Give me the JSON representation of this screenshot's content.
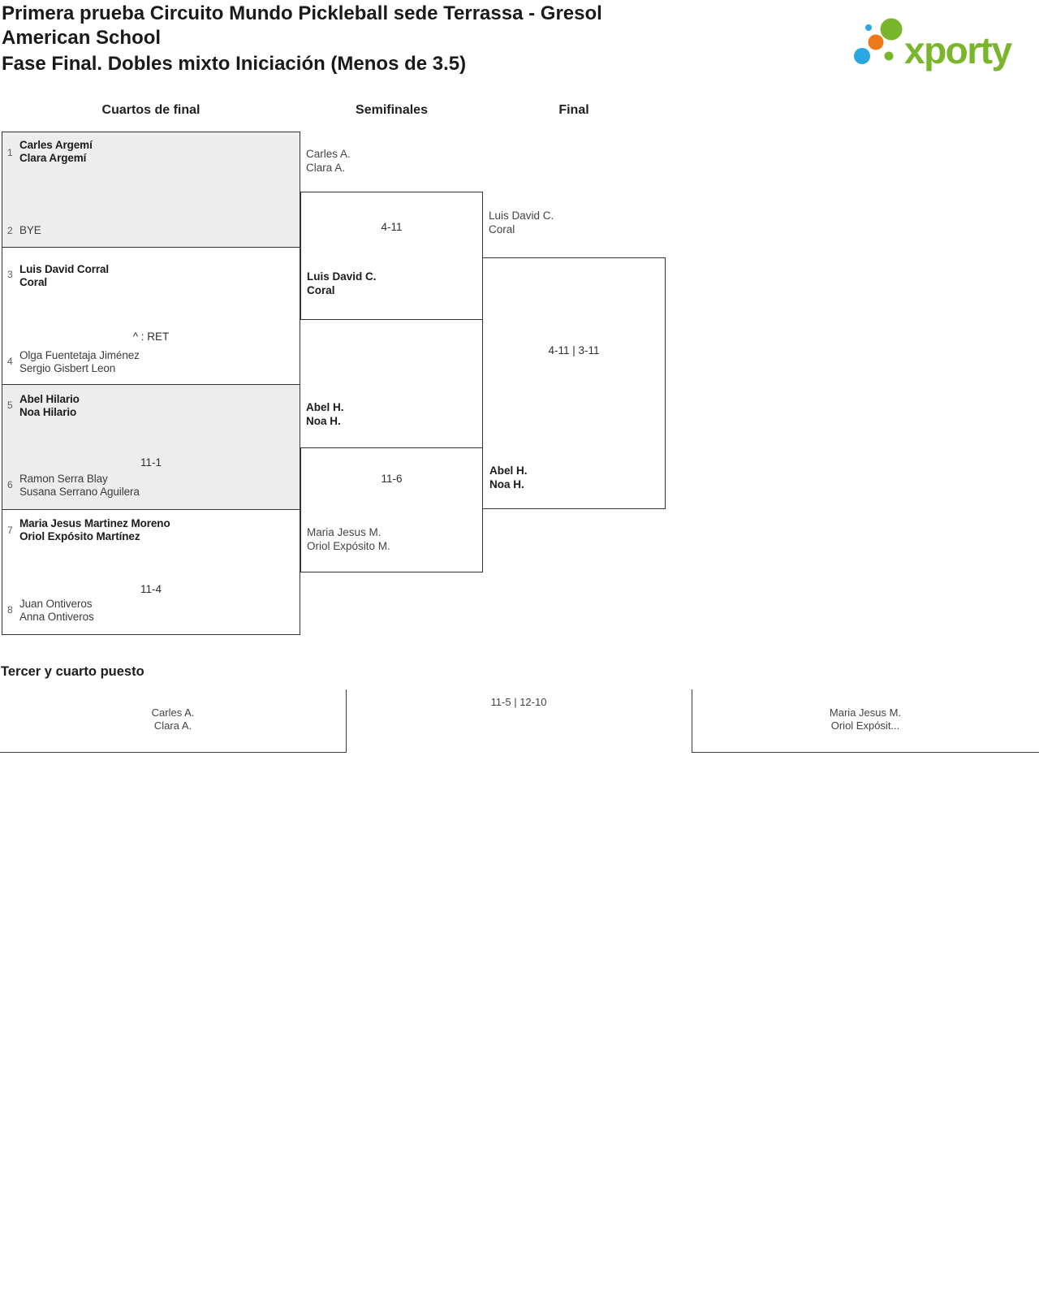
{
  "header": {
    "title_lines": [
      "Primera prueba Circuito Mundo Pickleball sede Terrassa - Gresol",
      "American School"
    ],
    "subtitle": "Fase Final. Dobles mixto Iniciación (Menos de 3.5)",
    "logo_text": "xporty"
  },
  "colors": {
    "brand_green": "#7ab62c",
    "brand_blue": "#2aa7e0",
    "brand_orange": "#ec7a18",
    "shaded_match_fill": "#ededed",
    "line_color": "#333333"
  },
  "round_headers": [
    "Cuartos de final",
    "Semifinales",
    "Final"
  ],
  "quarterfinals": [
    {
      "seed_top": "1",
      "team_top": [
        "Carles Argemí",
        "Clara Argemí"
      ],
      "score": "",
      "seed_bottom": "2",
      "team_bottom": [
        "BYE",
        ""
      ]
    },
    {
      "seed_top": "3",
      "team_top": [
        "Luis David Corral",
        "Coral"
      ],
      "score": "^ : RET",
      "seed_bottom": "4",
      "team_bottom": [
        "Olga Fuentetaja Jiménez",
        "Sergio Gisbert Leon"
      ]
    },
    {
      "seed_top": "5",
      "team_top": [
        "Abel Hilario",
        "Noa Hilario"
      ],
      "score": "11-1",
      "seed_bottom": "6",
      "team_bottom": [
        "Ramon Serra Blay",
        "Susana Serrano Aguilera"
      ]
    },
    {
      "seed_top": "7",
      "team_top": [
        "Maria Jesus Martinez Moreno",
        "Oriol Expósito Martínez"
      ],
      "score": "11-4",
      "seed_bottom": "8",
      "team_bottom": [
        "Juan Ontiveros",
        "Anna Ontiveros"
      ]
    }
  ],
  "semifinals": [
    {
      "team_top": [
        "Carles A.",
        "Clara A."
      ],
      "score": "4-11",
      "team_bottom": [
        "Luis David C.",
        "Coral"
      ]
    },
    {
      "team_top": [
        "Abel H.",
        "Noa H."
      ],
      "score": "11-6",
      "team_bottom": [
        "Maria Jesus M.",
        "Oriol Expósito M."
      ]
    }
  ],
  "final": {
    "team_top": [
      "Luis David C.",
      "Coral"
    ],
    "score": "4-11 | 3-11",
    "team_bottom": [
      "Abel H.",
      "Noa H."
    ]
  },
  "third_place": {
    "heading": "Tercer y cuarto puesto",
    "team_left": [
      "Carles A.",
      "Clara A."
    ],
    "score": "11-5 | 12-10",
    "team_right": [
      "Maria Jesus M.",
      "Oriol Expósit..."
    ]
  }
}
